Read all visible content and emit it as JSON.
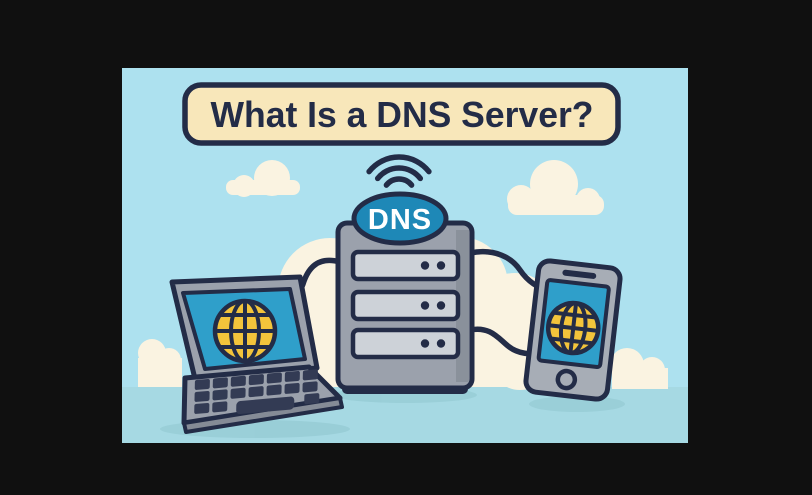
{
  "palette": {
    "page_background": "#101010",
    "sky_blue": "#ade1ef",
    "ground_blue": "#a6d9e3",
    "cloud_cream": "#faf3e1",
    "outline_navy": "#232c47",
    "banner_bg": "#f8e7ba",
    "banner_text": "#232c47",
    "dns_badge_blue": "#1e88b7",
    "dns_badge_text": "#ffffff",
    "device_gray": "#9ba1ac",
    "device_gray_dark": "#858b96",
    "slot_gray": "#cdd2d8",
    "screen_blue": "#2f9fca",
    "globe_yellow": "#f3c43b",
    "key_navy": "#333b54",
    "shadow_teal": "#8fc6cf"
  },
  "illustration": {
    "title_banner": {
      "label": "What Is a DNS Server?"
    },
    "dns_badge": {
      "label": "DNS"
    },
    "server": {
      "slot_count": "3"
    },
    "icons": {
      "wifi": "wifi-signal-icon",
      "laptop_globe": "globe-icon",
      "phone_globe": "globe-icon"
    }
  }
}
